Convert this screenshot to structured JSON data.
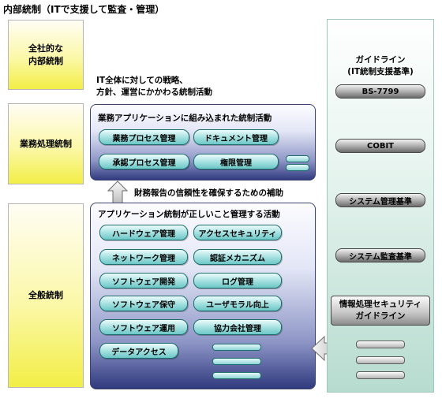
{
  "title": "内部統制（ITで支援して監査・管理）",
  "left_boxes": {
    "company": "全社的な\n内部統制",
    "business": "業務処理統制",
    "general": "全般統制"
  },
  "it_note": "IT全体に対しての戦略、\n方針、運営にかかわる統制活動",
  "business_panel": {
    "title": "業務アプリケーションに組み込まれた統制活動",
    "pills": [
      "業務プロセス管理",
      "ドキュメント管理",
      "承認プロセス管理",
      "権限管理"
    ]
  },
  "support_note": "財務報告の信頼性を確保するための補助",
  "general_panel": {
    "title": "アプリケーション統制が正しいこと管理する活動",
    "left_pills": [
      "ハードウェア管理",
      "ネットワーク管理",
      "ソフトウェア開発",
      "ソフトウェア保守",
      "ソフトウェア運用",
      "データアクセス"
    ],
    "right_pills": [
      "アクセスセキュリティ",
      "認証メカニズム",
      "ログ管理",
      "ユーザモラル向上",
      "協力会社管理"
    ]
  },
  "guidelines": {
    "title": "ガイドライン\n(IT統制支援基準)",
    "items": [
      "BS-7799",
      "COBIT",
      "システム管理基準",
      "システム監査基準"
    ],
    "security": "情報処理セキュリティ\nガイドライン"
  }
}
